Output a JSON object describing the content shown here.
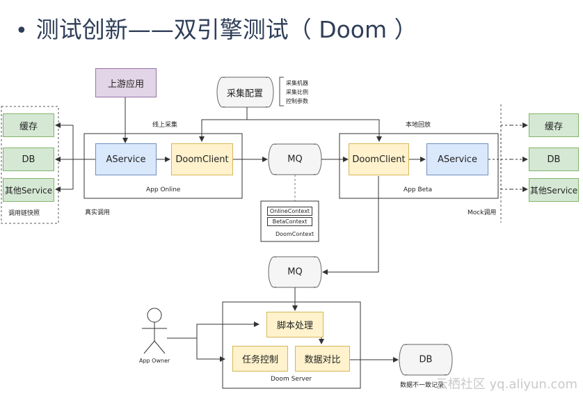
{
  "title": "测试创新——双引擎测试（ Doom ）",
  "bullet": "•",
  "nodes": {
    "upstream_app": "上游应用",
    "collect_config": "采集配置",
    "collect_notes": [
      "采集机器",
      "采集比例",
      "控制参数"
    ],
    "online_collect": "线上采集",
    "local_replay": "本地回放",
    "cache_left": "缓存",
    "db_left": "DB",
    "other_left": "其他Service",
    "snapshot_label": "调用链快照",
    "real_call_label": "真实调用",
    "aservice_online": "AService",
    "doomclient_online": "DoomClient",
    "app_online_label": "App Online",
    "mq_top": "MQ",
    "doomclient_beta": "DoomClient",
    "aservice_beta": "AService",
    "app_beta_label": "App Beta",
    "cache_right": "缓存",
    "db_right": "DB",
    "other_right": "其他Service",
    "mock_label": "Mock调用",
    "online_context": "OnlineContext",
    "beta_context": "BetaContext",
    "doom_context": "DoomContext",
    "mq_mid": "MQ",
    "app_owner": "App Owner",
    "script_process": "脚本处理",
    "task_control": "任务控制",
    "data_compare": "数据对比",
    "doom_server": "Doom Server",
    "db_bottom": "DB",
    "db_bottom_label": "数据不一致记录"
  },
  "watermark": "云栖社区 yq.aliyun.com",
  "colors": {
    "green": "#d5e8d4",
    "blue": "#dae8fc",
    "yellow": "#fff2cc",
    "purple": "#e1d5e7",
    "title": "#2f3e58"
  }
}
